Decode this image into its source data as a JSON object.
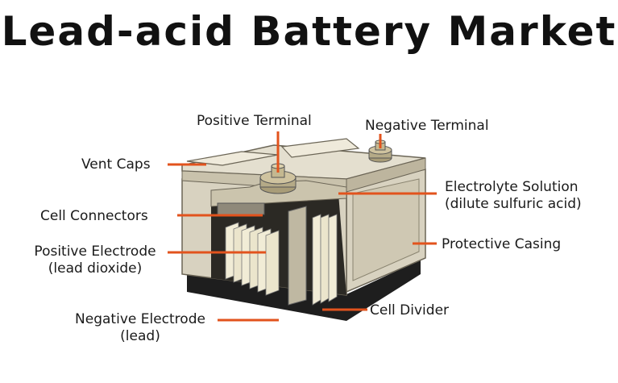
{
  "title": "Lead-acid Battery Market",
  "labels": {
    "positive_terminal": "Positive Terminal",
    "negative_terminal": "Negative Terminal",
    "vent_caps": "Vent Caps",
    "cell_connectors": "Cell Connectors",
    "electrolyte_line1": "Electrolyte Solution",
    "electrolyte_line2": "(dilute sulfuric acid)",
    "protective_casing": "Protective Casing",
    "positive_electrode_line1": "Positive Electrode",
    "positive_electrode_line2": "(lead dioxide)",
    "negative_electrode_line1": "Negative Electrode",
    "negative_electrode_line2": "(lead)",
    "cell_divider": "Cell Divider"
  },
  "colors": {
    "leader_line": "#e2531d",
    "casing": "#d8d2c0",
    "casing_dark": "#b9b19a",
    "base": "#1e1e1e",
    "plates": "#f1ecd6"
  }
}
